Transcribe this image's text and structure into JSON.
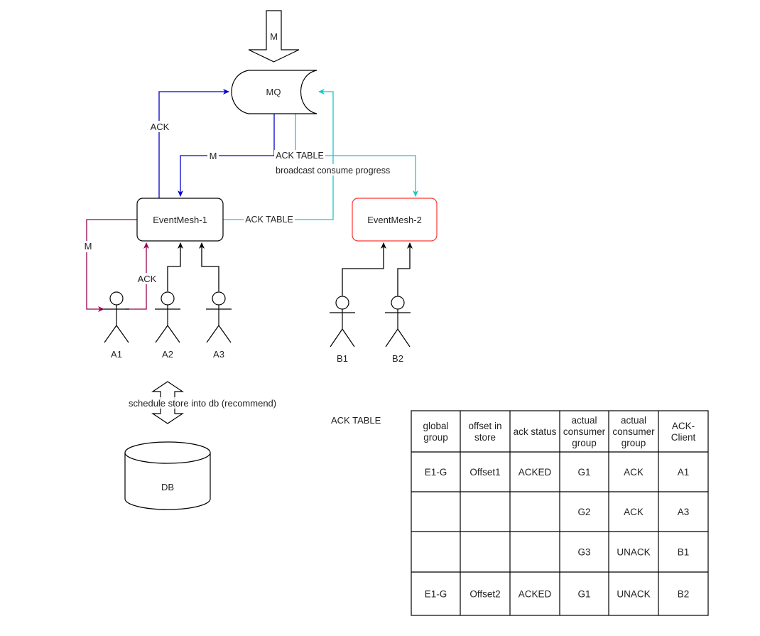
{
  "colors": {
    "line": "#000000",
    "blue": "#0000CC",
    "cyan": "#1BC6CC",
    "maroon": "#990050",
    "red_border": "#FF3333",
    "text": "#222222"
  },
  "nodes": {
    "input_arrow": "M",
    "mq": "MQ",
    "eventmesh_1": "EventMesh-1",
    "eventmesh_2": "EventMesh-2",
    "db": "DB"
  },
  "actors": {
    "a1": "A1",
    "a2": "A2",
    "a3": "A3",
    "b1": "B1",
    "b2": "B2"
  },
  "edge_labels": {
    "ack_em1_to_mq": "ACK",
    "m_mq_to_em1": "M",
    "ack_table_top": "ACK TABLE",
    "broadcast": "broadcast consume progress",
    "ack_table_em1": "ACK TABLE",
    "m_em1_to_a1": "M",
    "ack_a1_to_em1": "ACK",
    "schedule_store": "schedule store into  db (recommend)"
  },
  "ack_table": {
    "title": "ACK TABLE",
    "headers": [
      [
        "global",
        "group"
      ],
      [
        "offset in",
        "store"
      ],
      [
        "ack status"
      ],
      [
        "actual",
        "consumer",
        "group"
      ],
      [
        "actual",
        "consumer",
        "group"
      ],
      [
        "ACK-",
        "Client"
      ]
    ],
    "rows": [
      [
        "E1-G",
        "Offset1",
        "ACKED",
        "G1",
        "ACK",
        "A1"
      ],
      [
        "",
        "",
        "",
        "G2",
        "ACK",
        "A3"
      ],
      [
        "",
        "",
        "",
        "G3",
        "UNACK",
        "B1"
      ],
      [
        "E1-G",
        "Offset2",
        "ACKED",
        "G1",
        "UNACK",
        "B2"
      ]
    ]
  }
}
